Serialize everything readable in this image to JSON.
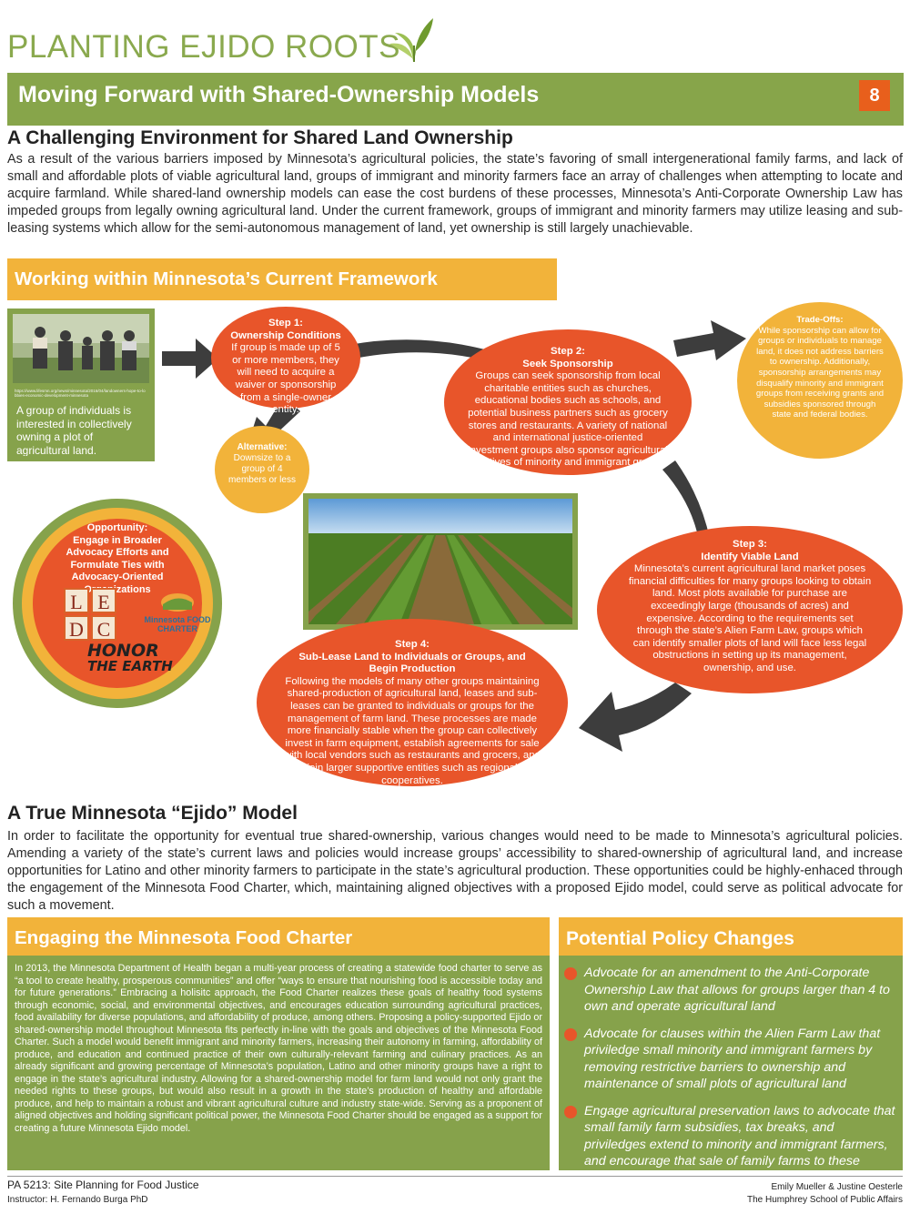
{
  "header": {
    "brand": "PLANTING EJIDO ROOTS",
    "title": "Moving Forward with Shared-Ownership Models",
    "page_number": "8"
  },
  "section1": {
    "heading": "A Challenging Environment for Shared Land Ownership",
    "body": "As a result of the various barriers imposed by Minnesota’s agricultural policies, the state’s favoring of small intergenerational family farms, and lack of small and affordable plots of viable agricultural land, groups of immigrant and minority farmers face an array of challenges when attempting to locate and acquire farmland.  While shared-land ownership models can ease the cost burdens of these processes, Minnesota’s Anti-Corporate Ownership Law has impeded groups from legally owning agricultural land.  Under the current framework, groups of immigrant and minority farmers may utilize leasing and sub-leasing systems which allow for the semi-autonomous management of land, yet ownership is still largely unachievable."
  },
  "framework": {
    "band_title": "Working within Minnesota’s Current Framework",
    "photo_caption": "A group of individuals is interested in collectively owning a plot of agricultural land.",
    "photo_credit": "https://www.lifesmn.org/news/minnesota/2016/04/landowners-hope-to-lobbies-economic-development-minnesota",
    "step1": {
      "title": "Step 1:",
      "subtitle": "Ownership Conditions",
      "text": "If group is made up of 5 or more members, they will need to acquire a waiver or sponsorship from a single-owner entity."
    },
    "alternative": {
      "title": "Alternative:",
      "text": "Downsize to a group of 4 members or less"
    },
    "step2": {
      "title": "Step 2:",
      "subtitle": "Seek Sponsorship",
      "text": "Groups can seek sponsorship from local charitable entities such as churches, educational bodies such as schools, and potential business partners such as grocery stores and restaurants. A variety of national and international justice-oriented investment groups also sponsor agricultural initiatives of minority and immigrant groups."
    },
    "tradeoffs": {
      "title": "Trade-Offs:",
      "text": "While sponsorship can allow for groups or individuals to manage land, it does not address barriers to ownership. Additionally, sponsorship arrangements may disqualify minority and immigrant groups from receiving grants and subsidies sponsored through state and federal bodies."
    },
    "opportunity": {
      "title": "Opportunity:",
      "text": "Engage in Broader Advocacy Efforts and Formulate Ties with Advocacy-Oriented Organizations",
      "logos": {
        "ledc": "LEDC",
        "food_charter": "Minnesota FOOD CHARTER",
        "honor_line1": "HONOR",
        "honor_line2": "THE EARTH"
      }
    },
    "step3": {
      "title": "Step 3:",
      "subtitle": "Identify Viable Land",
      "text": "Minnesota’s current agricultural land market poses financial difficulties for many groups looking to obtain land.  Most plots available for purchase are exceedingly large (thousands of acres) and expensive.  According to the requirements set through the state’s Alien Farm Law, groups which can identify smaller plots of land will face less legal obstructions in setting up its management, ownership, and use."
    },
    "step4": {
      "title": "Step 4:",
      "subtitle": "Sub-Lease Land to Individuals or Groups, and Begin Production",
      "text": "Following the models of many other groups maintaining shared-production of agricultural land, leases and sub-leases can be granted to individuals or groups for the management of farm land. These processes are made more financially stable when the group can collectively invest in farm equipment, establish agreements for sale with local vendors such as restaurants and grocers, and join larger supportive entities such as regional cooperatives."
    }
  },
  "section2": {
    "heading": "A True Minnesota “Ejido” Model",
    "body": "In order to facilitate the opportunity for eventual true shared-ownership, various changes would need to be made to Minnesota’s agricultural policies.  Amending a variety of the state’s current laws and policies would increase groups’ accessibility to shared-ownership of agricultural land, and increase opportunities for Latino and other minority farmers to participate in the state’s agricultural production.  These opportunities could be highly-enhaced through the engagement of the Minnesota Food Charter, which, maintaining aligned objectives with a proposed Ejido model, could serve as political advocate for such a movement."
  },
  "food_charter": {
    "band_title": "Engaging the Minnesota Food Charter",
    "body": "In 2013, the Minnesota Department of Health began a multi-year process of creating a statewide food charter to serve as “a tool to create healthy, prosperous communities” and offer “ways to ensure that nourishing food is accessible today and for future generations.”  Embracing a holisitc approach, the Food Charter realizes these goals of healthy food systems through economic, social, and environmental objectives, and encourages education surrounding agricultural practices, food availability for diverse populations, and affordability of produce, among others.  Proposing a policy-supported Ejido or shared-ownership model throughout Minnesota fits perfectly in-line with the goals and objectives of the Minnesota Food Charter.  Such a model would benefit immigrant and minority farmers, increasing their autonomy in farming, affordability of produce, and education and continued practice of their own culturally-relevant farming and culinary practices. As an already significant and growing percentage of Minnesota’s population, Latino and other minority groups have a right to engage in the state’s agricultural industry.  Allowing for a shared-ownership model for farm land would not only grant the needed rights to these groups, but would also result in a growth in the state’s production of healthy and affordable produce, and help to maintain a robust and vibrant agricultural culture and industry state-wide.  Serving as a proponent of aligned objectives and holding significant political power, the Minnesota Food Charter should be engaged as a support for creating a future Minnesota Ejido model."
  },
  "policy": {
    "band_title": "Potential Policy Changes",
    "items": [
      "Advocate for an amendment to the Anti-Corporate Ownership Law that allows for groups larger than 4 to own and operate agricultural land",
      "Advocate for clauses within the Alien Farm Law that priviledge small minority and immigrant farmers by removing restrictive barriers to ownership and maintenance of small plots of agricultural land",
      "Engage agricultural preservation laws to advocate that small family farm subsidies, tax breaks, and priviledges extend to minority and immigrant farmers, and encourage that sale of family farms to these groups be equally priviledged"
    ]
  },
  "footer": {
    "course": "PA 5213: Site Planning for Food Justice",
    "instructor": "Instructor: H. Fernando Burga PhD",
    "authors": "Emily Mueller & Justine Oesterle",
    "school": "The Humphrey School of Public Affairs"
  },
  "colors": {
    "green": "#87a54a",
    "orange": "#e8552a",
    "gold": "#f2b33a",
    "arrow": "#3d3d3d"
  }
}
